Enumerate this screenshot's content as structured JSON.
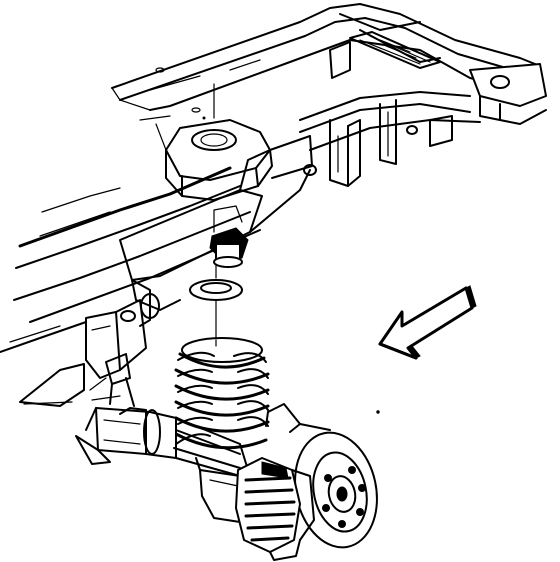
{
  "figure": {
    "type": "exploded-assembly",
    "components": [
      {
        "icon": "frame-rail"
      },
      {
        "icon": "frame-crossmember"
      },
      {
        "icon": "spring-pocket"
      },
      {
        "icon": "jounce-bumper"
      },
      {
        "icon": "spring-insulator"
      },
      {
        "icon": "coil-spring"
      },
      {
        "icon": "rear-axle"
      },
      {
        "icon": "brake-rotor"
      },
      {
        "icon": "brake-caliper"
      },
      {
        "icon": "direction-arrow"
      }
    ],
    "colors": {
      "line": "#000000",
      "background": "#ffffff"
    }
  }
}
